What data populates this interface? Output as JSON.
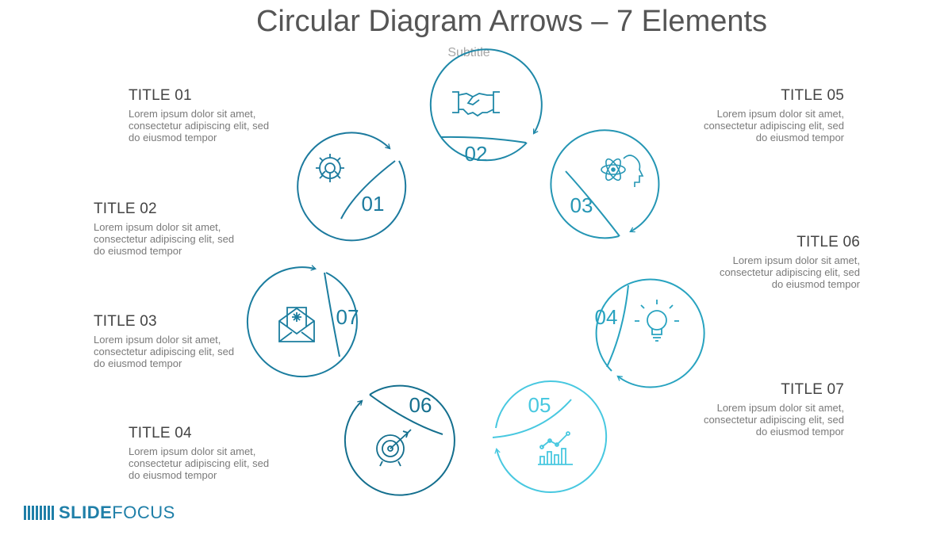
{
  "slide": {
    "title": "Circular Diagram Arrows – 7 Elements",
    "subtitle": "Subtitle"
  },
  "text_blocks": [
    {
      "title": "TITLE 01",
      "body": "Lorem ipsum dolor sit amet, consectetur adipiscing elit, sed do eiusmod tempor"
    },
    {
      "title": "TITLE 02",
      "body": "Lorem ipsum dolor sit amet, consectetur adipiscing elit, sed do eiusmod tempor"
    },
    {
      "title": "TITLE 03",
      "body": "Lorem ipsum dolor sit amet, consectetur adipiscing elit, sed do eiusmod tempor"
    },
    {
      "title": "TITLE 04",
      "body": "Lorem ipsum dolor sit amet, consectetur adipiscing elit, sed do eiusmod tempor"
    },
    {
      "title": "TITLE 05",
      "body": "Lorem ipsum dolor sit amet, consectetur adipiscing elit, sed do eiusmod tempor"
    },
    {
      "title": "TITLE 06",
      "body": "Lorem ipsum dolor sit amet, consectetur adipiscing elit, sed do eiusmod tempor"
    },
    {
      "title": "TITLE 07",
      "body": "Lorem ipsum dolor sit amet, consectetur adipiscing elit, sed do eiusmod tempor"
    }
  ],
  "circles": [
    {
      "number": "01",
      "icon": "gear-steering-icon",
      "color": "#1c7a9e"
    },
    {
      "number": "02",
      "icon": "handshake-icon",
      "color": "#1f88a8"
    },
    {
      "number": "03",
      "icon": "atom-head-icon",
      "color": "#2596b4"
    },
    {
      "number": "04",
      "icon": "lightbulb-icon",
      "color": "#28a3c0"
    },
    {
      "number": "05",
      "icon": "bar-chart-icon",
      "color": "#48c8e0"
    },
    {
      "number": "06",
      "icon": "target-arrow-icon",
      "color": "#146f8e"
    },
    {
      "number": "07",
      "icon": "envelope-snowflake-icon",
      "color": "#1b7d9f"
    }
  ],
  "logo": {
    "bold": "SLIDE",
    "light": "FOCUS",
    "color": "#1f7fa8"
  }
}
